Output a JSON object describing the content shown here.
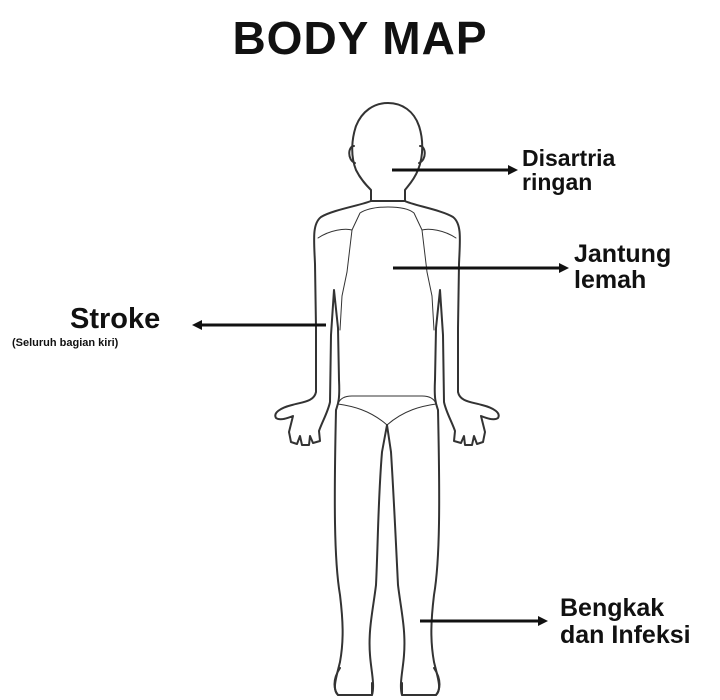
{
  "title": "BODY MAP",
  "annotations": {
    "disartria": {
      "line1": "Disartria",
      "line2": "ringan"
    },
    "jantung": {
      "line1": "Jantung",
      "line2": "lemah"
    },
    "stroke": {
      "main": "Stroke",
      "sub": "(Seluruh bagian kiri)"
    },
    "bengkak": {
      "line1": "Bengkak",
      "line2": "dan Infeksi"
    }
  },
  "colors": {
    "outline": "#333333",
    "arrow": "#111111",
    "text": "#111111",
    "background": "#ffffff"
  }
}
